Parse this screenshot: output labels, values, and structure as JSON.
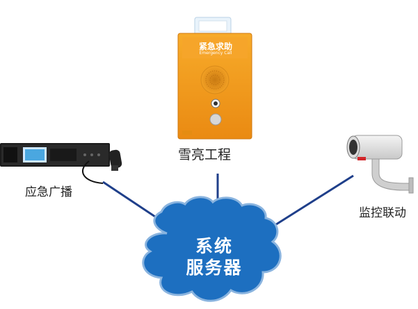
{
  "nodes": {
    "broadcast": {
      "label": "应急广播"
    },
    "xueliang": {
      "label": "雪亮工程"
    },
    "monitor": {
      "label": "监控联动"
    }
  },
  "help_point": {
    "title": "紧急求助",
    "subtitle": "Emergency Call"
  },
  "server": {
    "line1": "系统",
    "line2": "服务器"
  },
  "colors": {
    "link": "#1f3f8a",
    "cloud_fill": "#1d6fc0",
    "cloud_outline": "#8ab4df",
    "help_point_orange": "#f29a1b"
  }
}
